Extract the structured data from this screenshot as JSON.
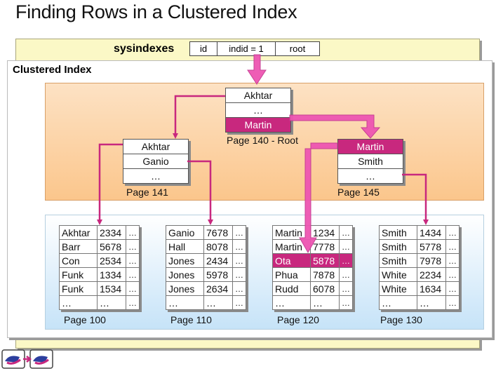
{
  "title": "Finding Rows in a Clustered Index",
  "sysindexes": {
    "label": "sysindexes",
    "cells": [
      "id",
      "indid = 1",
      "root"
    ]
  },
  "clustered_label": "Clustered Index",
  "root_page": {
    "rows": [
      "Akhtar",
      "…",
      "Martin"
    ],
    "highlight": 2,
    "label": "Page 140 - Root"
  },
  "intermediate_pages": [
    {
      "rows": [
        "Akhtar",
        "Ganio",
        "…"
      ],
      "highlight": -1,
      "label": "Page 141"
    },
    {
      "rows": [
        "Martin",
        "Smith",
        "…"
      ],
      "highlight": 0,
      "label": "Page 145"
    }
  ],
  "leaf_pages": [
    {
      "label": "Page 100",
      "highlight": -1,
      "rows": [
        [
          "Akhtar",
          "2334",
          "…"
        ],
        [
          "Barr",
          "5678",
          "…"
        ],
        [
          "Con",
          "2534",
          "…"
        ],
        [
          "Funk",
          "1334",
          "…"
        ],
        [
          "Funk",
          "1534",
          "…"
        ],
        [
          "…",
          "…",
          "…"
        ]
      ]
    },
    {
      "label": "Page 110",
      "highlight": -1,
      "rows": [
        [
          "Ganio",
          "7678",
          "…"
        ],
        [
          "Hall",
          "8078",
          "…"
        ],
        [
          "Jones",
          "2434",
          "…"
        ],
        [
          "Jones",
          "5978",
          "…"
        ],
        [
          "Jones",
          "2634",
          "…"
        ],
        [
          "…",
          "…",
          "…"
        ]
      ]
    },
    {
      "label": "Page 120",
      "highlight": 2,
      "rows": [
        [
          "Martin",
          "1234",
          "…"
        ],
        [
          "Martin",
          "7778",
          "…"
        ],
        [
          "Ota",
          "5878",
          "…"
        ],
        [
          "Phua",
          "7878",
          "…"
        ],
        [
          "Rudd",
          "6078",
          "…"
        ],
        [
          "…",
          "…",
          "…"
        ]
      ]
    },
    {
      "label": "Page 130",
      "highlight": -1,
      "rows": [
        [
          "Smith",
          "1434",
          "…"
        ],
        [
          "Smith",
          "5778",
          "…"
        ],
        [
          "Smith",
          "7978",
          "…"
        ],
        [
          "White",
          "2234",
          "…"
        ],
        [
          "White",
          "1634",
          "…"
        ],
        [
          "…",
          "…",
          "…"
        ]
      ]
    }
  ],
  "colors": {
    "highlight": "#c8287e",
    "search_arrow": "#ee55b2",
    "pointer_line": "#c8287e",
    "orange_panel": "#fbc68c",
    "blue_panel": "#c6e3f8",
    "yellow_panel": "#fbf8c6"
  },
  "icons": [
    "navigation-arrows-icon"
  ]
}
